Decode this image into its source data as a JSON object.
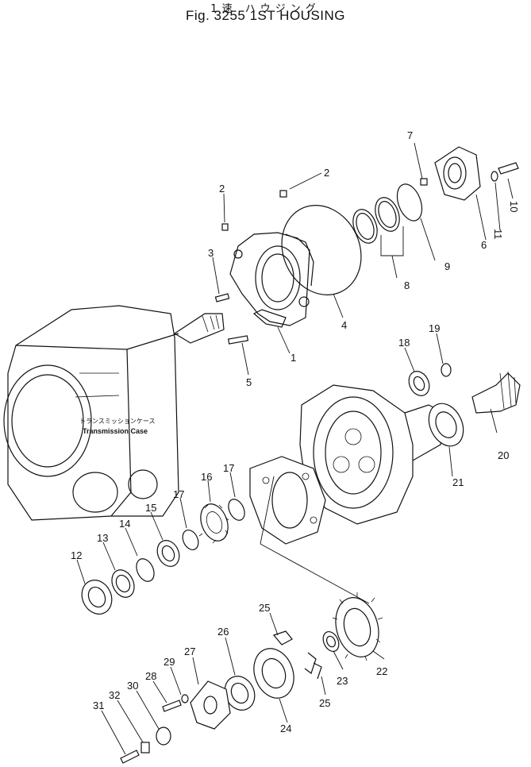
{
  "header": {
    "title_ja": "1速 ハウジング",
    "title_en": "Fig. 3255   1ST HOUSING"
  },
  "case_label": {
    "ja": "トランスミッションケース",
    "en": "Transmission Case"
  },
  "callouts": {
    "c1": "1",
    "c2a": "2",
    "c2b": "2",
    "c3": "3",
    "c4": "4",
    "c5": "5",
    "c6": "6",
    "c7": "7",
    "c8": "8",
    "c9": "9",
    "c10": "10",
    "c11": "11",
    "c12": "12",
    "c13": "13",
    "c14": "14",
    "c15": "15",
    "c16": "16",
    "c17a": "17",
    "c17b": "17",
    "c18": "18",
    "c19": "19",
    "c20": "20",
    "c21": "21",
    "c22": "22",
    "c23": "23",
    "c24": "24",
    "c25a": "25",
    "c25b": "25",
    "c26": "26",
    "c27": "27",
    "c28": "28",
    "c29": "29",
    "c30": "30",
    "c31": "31",
    "c32": "32"
  }
}
